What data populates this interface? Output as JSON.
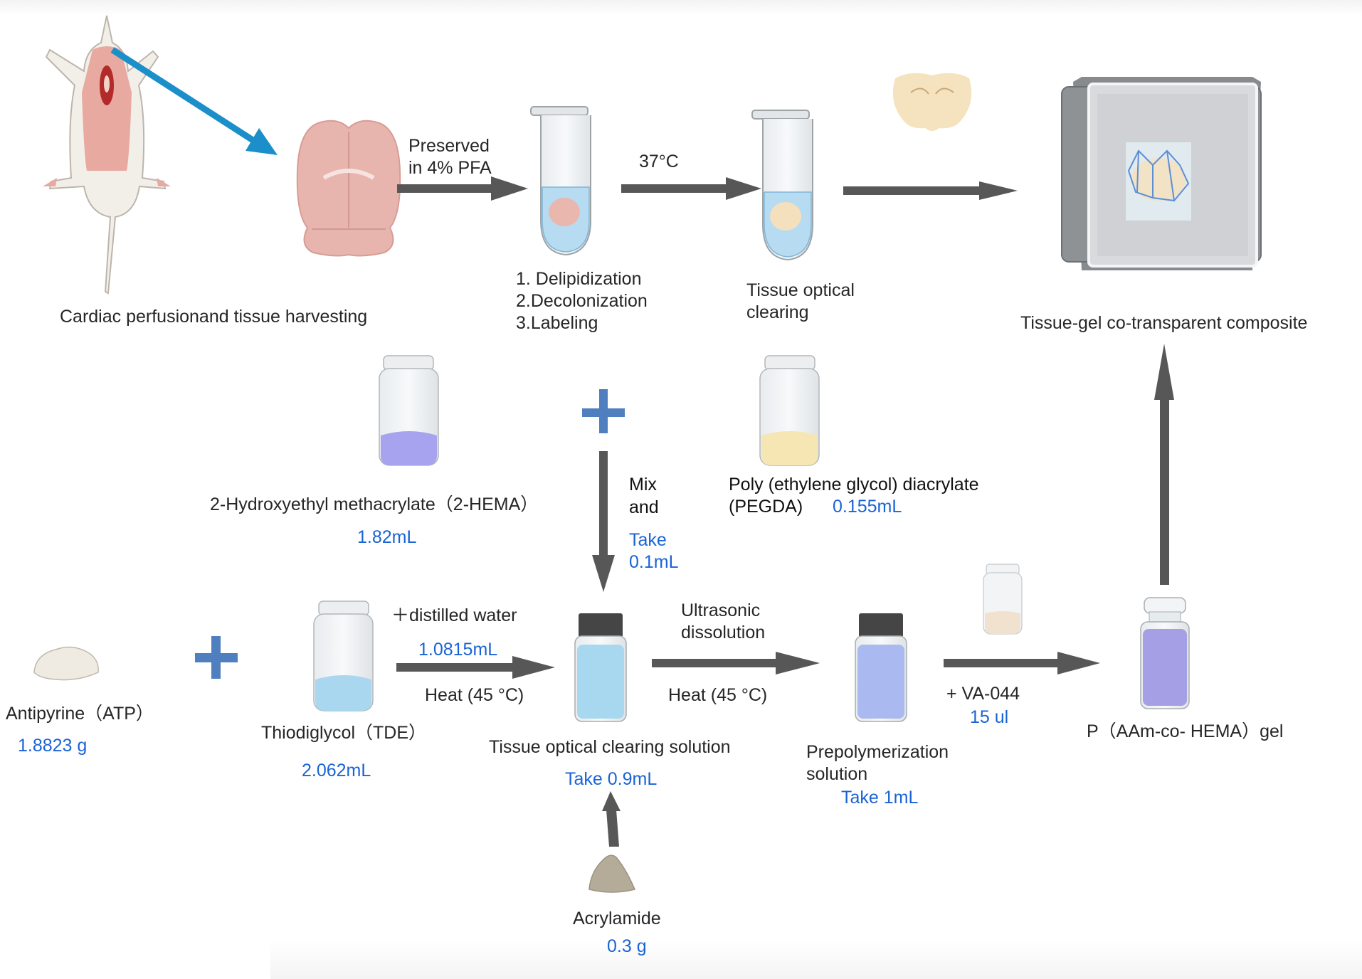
{
  "colors": {
    "arrow": "#575757",
    "blue_arrow": "#1b8fc9",
    "plus": "#4f7fbf",
    "quantity_text": "#1a63d6",
    "label_text": "#262626"
  },
  "top_row": {
    "harvest_label": "Cardiac perfusionand tissue harvesting",
    "pfa_label_line1": "Preserved",
    "pfa_label_line2": "in 4% PFA",
    "steps_line1": "1. Delipidization",
    "steps_line2": "2.Decolonization",
    "steps_line3": "3.Labeling",
    "temp_label": "37°C",
    "clearing_line1": "Tissue optical",
    "clearing_line2": "clearing",
    "composite_label": "Tissue-gel co-transparent composite"
  },
  "middle_row": {
    "hema_name": "2-Hydroxyethyl methacrylate（2-HEMA）",
    "hema_amount": "1.82mL",
    "mix_line1": "Mix",
    "mix_line2": "and",
    "take_line1": "Take",
    "take_line2": "0.1mL",
    "pegda_line1": "Poly (ethylene glycol) diacrylate",
    "pegda_line2": "(PEGDA)",
    "pegda_amount": "0.155mL"
  },
  "bottom_row": {
    "atp_name": "Antipyrine（ATP）",
    "atp_amount": "1.8823 g",
    "tde_name": "Thiodiglycol（TDE）",
    "tde_amount": "2.062mL",
    "water_label": "＋distilled water",
    "water_amount": "1.0815mL",
    "heat1": "Heat (45 °C)",
    "solution_name": "Tissue optical clearing solution",
    "solution_take": "Take 0.9mL",
    "ultrasonic_line1": "Ultrasonic",
    "ultrasonic_line2": "dissolution",
    "heat2": "Heat (45 °C)",
    "prepoly_line1": "Prepolymerization",
    "prepoly_line2": "solution",
    "prepoly_take": "Take 1mL",
    "va_label": "+ VA-044",
    "va_amount": "15 ul",
    "gel_name": "P（AAm-co- HEMA）gel",
    "acrylamide_name": "Acrylamide",
    "acrylamide_amount": "0.3 g"
  }
}
